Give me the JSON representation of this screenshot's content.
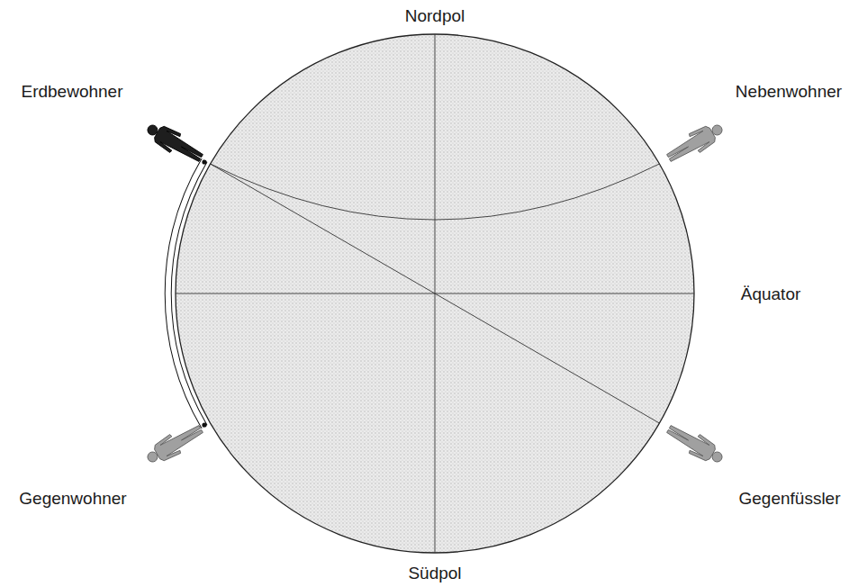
{
  "diagram": {
    "labels": [
      "Nordpol",
      "Erdbewohner",
      "Nebenwohner",
      "Äquator",
      "Gegenwohner",
      "Gegenfüssler",
      "Südpol"
    ]
  }
}
